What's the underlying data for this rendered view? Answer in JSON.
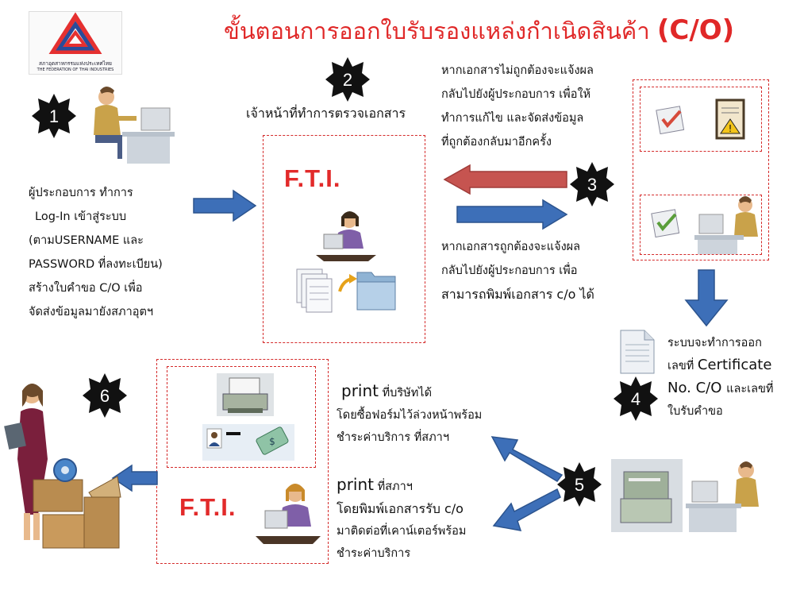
{
  "title": {
    "main": "ขั้นตอนการออกใบรับรองแหล่งกำเนิดสินค้า",
    "suffix": "(C/O)"
  },
  "logo": {
    "org_th": "สภาอุตสาหกรรมแห่งประเทศไทย",
    "org_en": "THE FEDERATION OF THAI INDUSTRIES"
  },
  "badges": [
    "1",
    "2",
    "3",
    "4",
    "5",
    "6"
  ],
  "fti_label": "F.T.I.",
  "step1": {
    "lines": [
      "ผู้ประกอบการ ทำการ",
      "Log-In  เข้าสู่ระบบ",
      "(ตามUSERNAME และ",
      "PASSWORD ที่ลงทะเบียน)",
      "สร้างใบคำขอ  C/O เพื่อ",
      "จัดส่งข้อมูลมายังสภาอุตฯ"
    ]
  },
  "step2": {
    "label": "เจ้าหน้าที่ทำการตรวจเอกสาร"
  },
  "step3": {
    "reject_lines": [
      "หากเอกสารไม่ถูกต้องจะแจ้งผล",
      "กลับไปยังผู้ประกอบการ  เพื่อให้",
      "ทำการแก้ไข และจัดส่งข้อมูล",
      "ที่ถูกต้องกลับมาอีกครั้ง"
    ],
    "accept_lines": [
      "หากเอกสารถูกต้องจะแจ้งผล",
      "กลับไปยังผู้ประกอบการ เพื่อ",
      "สามารถพิมพ์เอกสาร c/o ได้"
    ]
  },
  "step4": {
    "line1": "ระบบจะทำการออก",
    "line2_prefix": "เลขที่ ",
    "line2_big": "Certificate",
    "line3_big": "No. C/O ",
    "line3_suffix": "และเลขที่",
    "line4": "ใบรับคำขอ"
  },
  "step5": {
    "company": {
      "print_word": "print",
      "rest": " ที่บริษัทได้",
      "line2": "โดยซื้อฟอร์มไว้ล่วงหน้าพร้อม",
      "line3": "ชำระค่าบริการ ที่สภาฯ"
    },
    "federation": {
      "print_word": "print",
      "rest": " ที่สภาฯ",
      "line2": "โดยพิมพ์เอกสารรับ c/o",
      "line3": "มาติดต่อที่เคาน์เตอร์พร้อม",
      "line4": "ชำระค่าบริการ"
    }
  },
  "colors": {
    "title_red": "#e02828",
    "arrow_blue": "#3d6fb8",
    "arrow_red": "#c65450",
    "box_red": "#d42a2a"
  },
  "icons": [
    "person-at-computer-icon",
    "document-icon",
    "folder-icon",
    "reject-check-icon",
    "warning-certificate-icon",
    "approve-check-icon",
    "printer-icon",
    "shipping-boxes-icon",
    "businesswoman-icon",
    "id-card-icon",
    "cash-icon"
  ]
}
